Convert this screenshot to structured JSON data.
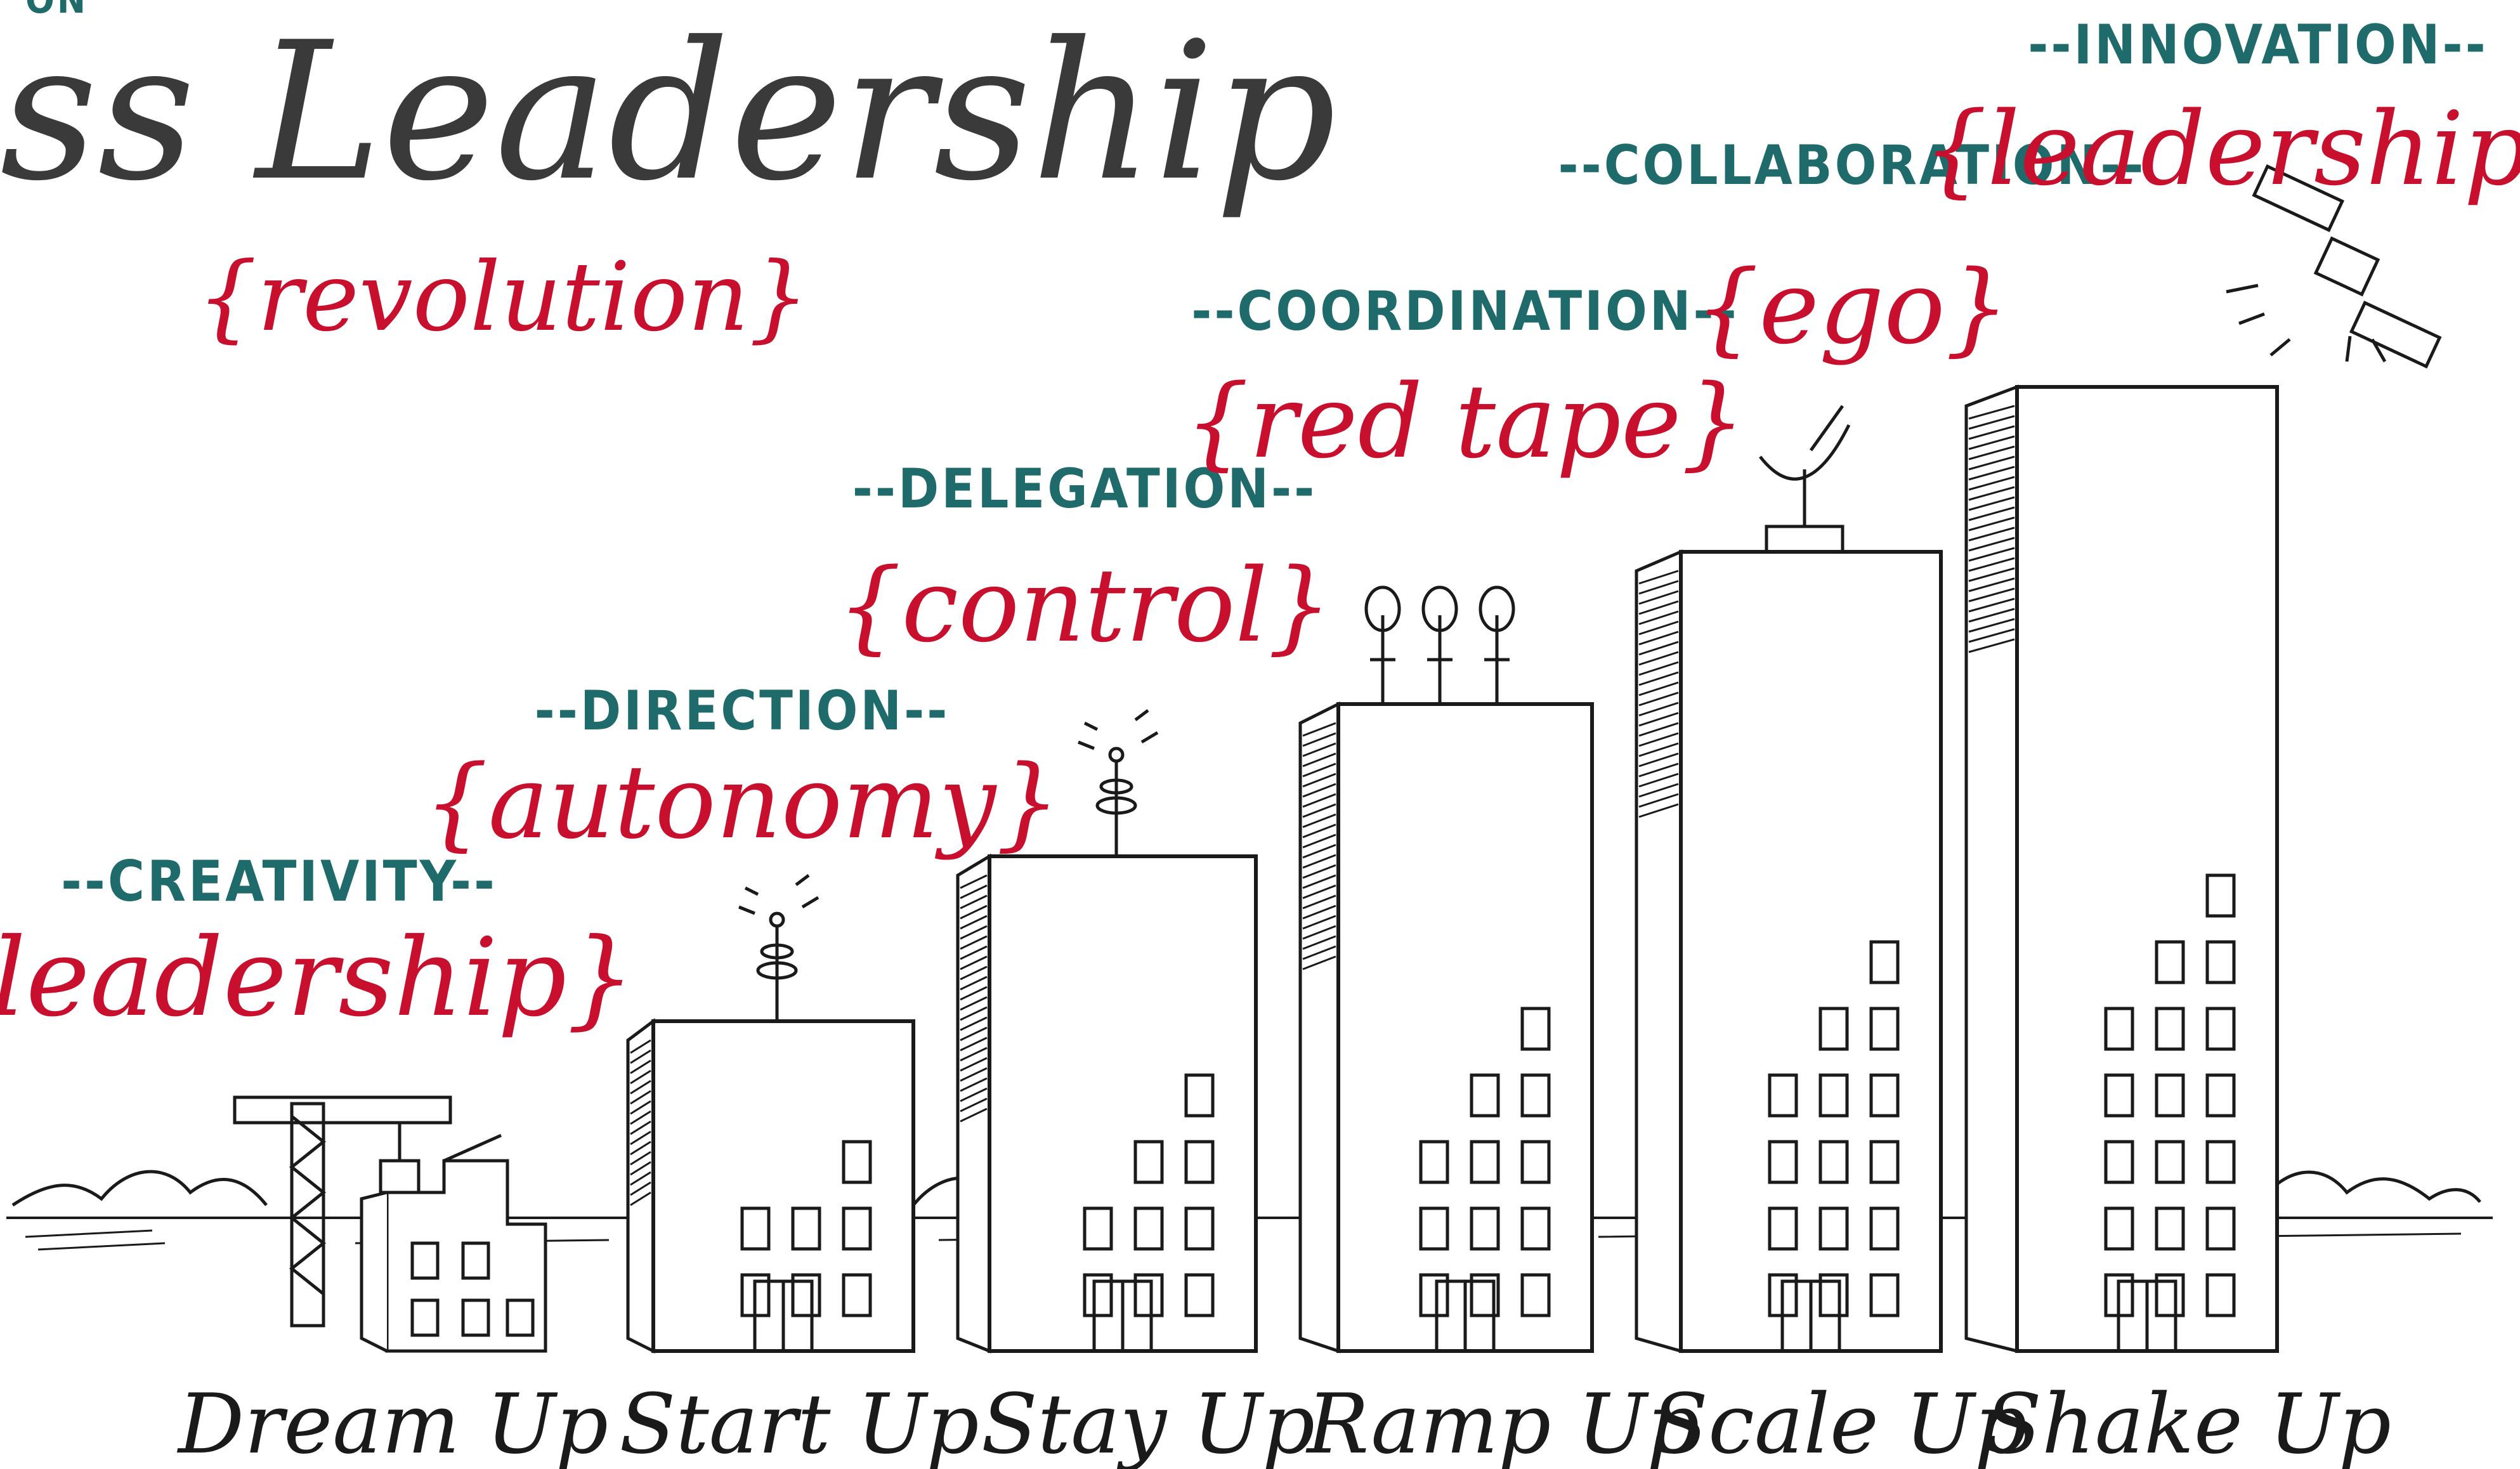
{
  "header": {
    "title_fragment": "ss Leadership",
    "subtitle": "{revolution}",
    "top_fragment": "ON"
  },
  "colors": {
    "teal": "#1f6b6b",
    "crimson": "#c8102e",
    "ink": "#1a1a1a",
    "title_gray": "#3a3a3a"
  },
  "stages": [
    {
      "stage": "Dream Up",
      "virtue": "--CREATIVITY--",
      "crisis": "{leadership}",
      "top_icon": "construction-crane-icon",
      "window_rows": 2
    },
    {
      "stage": "Start Up",
      "virtue": "--DIRECTION--",
      "crisis": "{autonomy}",
      "top_icon": "antenna-mast-icon",
      "window_rows": 3
    },
    {
      "stage": "Stay Up",
      "virtue": "--DELEGATION--",
      "crisis": "{control}",
      "top_icon": "radio-tower-icon",
      "window_rows": 4
    },
    {
      "stage": "Ramp Up",
      "virtue": "--COORDINATION--",
      "crisis": "{red tape}",
      "top_icon": "antenna-array-icon",
      "window_rows": 5
    },
    {
      "stage": "Scale Up",
      "virtue": "--COLLABORATION--",
      "crisis": "{ego}",
      "top_icon": "satellite-dish-icon",
      "window_rows": 6
    },
    {
      "stage": "Shake Up",
      "virtue": "--INNOVATION--",
      "crisis": "{leadership}",
      "top_icon": "satellite-icon",
      "window_rows": 7
    }
  ]
}
